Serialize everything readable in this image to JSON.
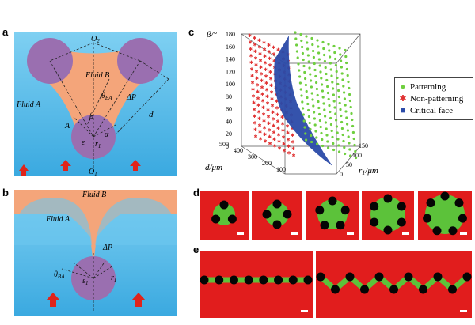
{
  "panels": {
    "a": "a",
    "b": "b",
    "c": "c",
    "d": "d",
    "e": "e"
  },
  "panel_a": {
    "fluid_a": "Fluid A",
    "fluid_b": "Fluid B",
    "o1": "O",
    "o1_sub": "1",
    "o2": "O",
    "o2_sub": "2",
    "point_a": "A",
    "theta": "θ",
    "theta_sub": "BA",
    "delta_p": "ΔP",
    "d": "d",
    "beta": "β",
    "alpha": "α",
    "epsilon": "ε",
    "r": "r",
    "r_sub": "1"
  },
  "panel_b": {
    "fluid_b": "Fluid B",
    "fluid_a": "Fluid A",
    "delta_p": "ΔP",
    "theta": "θ",
    "theta_sub": "BA",
    "epsilon": "ε",
    "epsilon_sub": "1",
    "r": "r",
    "r_sub": "1"
  },
  "legend": {
    "patterning": "Patterning",
    "non_patterning": "Non-patterning",
    "critical_face": "Critical face"
  },
  "colors": {
    "fluid_a": "#5bbfe9",
    "fluid_b": "#f4a57a",
    "particle": "#9a6fb0",
    "arrow": "#e0241b",
    "patterning": "#6fcf3f",
    "non_patterning": "#e03030",
    "critical_face": "#2a4aa8",
    "micro_bg": "#e11d1d",
    "micro_ring": "#5cc23a"
  },
  "chart_data": {
    "type": "scatter3d",
    "axes": {
      "z": {
        "label": "β/°",
        "ticks": [
          0,
          20,
          40,
          60,
          80,
          100,
          120,
          140,
          160,
          180
        ],
        "range": [
          0,
          180
        ]
      },
      "d": {
        "label": "d/μm",
        "ticks": [
          100,
          200,
          300,
          400,
          500
        ],
        "range": [
          0,
          500
        ]
      },
      "r1": {
        "label": "r",
        "label_sub": "1",
        "label_unit": "/μm",
        "ticks": [
          0,
          50,
          100,
          150
        ],
        "range": [
          0,
          150
        ]
      }
    },
    "series": [
      {
        "name": "Patterning",
        "marker": "circle"
      },
      {
        "name": "Non-patterning",
        "marker": "star"
      },
      {
        "name": "Critical face",
        "marker": "surface"
      }
    ]
  }
}
